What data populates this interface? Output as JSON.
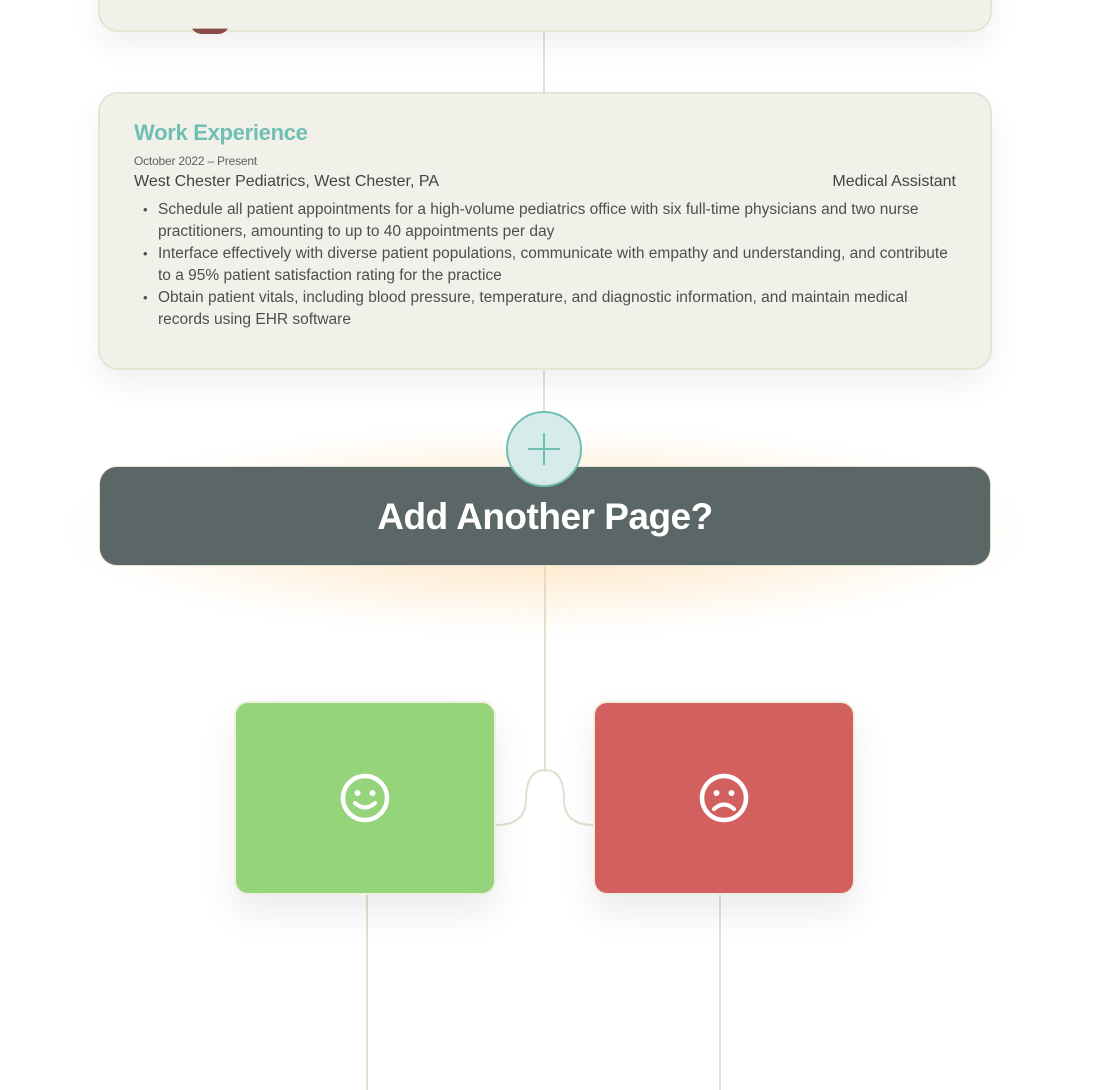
{
  "work_experience": {
    "title": "Work Experience",
    "date_range": "October 2022 – Present",
    "employer": "West Chester Pediatrics, West Chester, PA",
    "role": "Medical Assistant",
    "bullets": [
      "Schedule all patient appointments for a high-volume pediatrics office with six full-time physicians and two nurse practitioners, amounting to up to 40 appointments per day",
      "Interface effectively with diverse patient populations, communicate with empathy and understanding, and contribute to a 95% patient satisfaction rating for the practice",
      "Obtain patient vitals, including blood pressure, temperature, and diagnostic information, and maintain medical records using EHR software"
    ]
  },
  "add_page": {
    "label": "Add Another Page?",
    "plus_icon": "plus-icon"
  },
  "feedback": {
    "positive_icon": "smiley-face-icon",
    "negative_icon": "frowny-face-icon"
  },
  "colors": {
    "accent_teal": "#6fbfb3",
    "card_bg": "#f1f1ea",
    "bar_bg": "#5a6766",
    "positive": "#95d47a",
    "negative": "#d1605e"
  }
}
